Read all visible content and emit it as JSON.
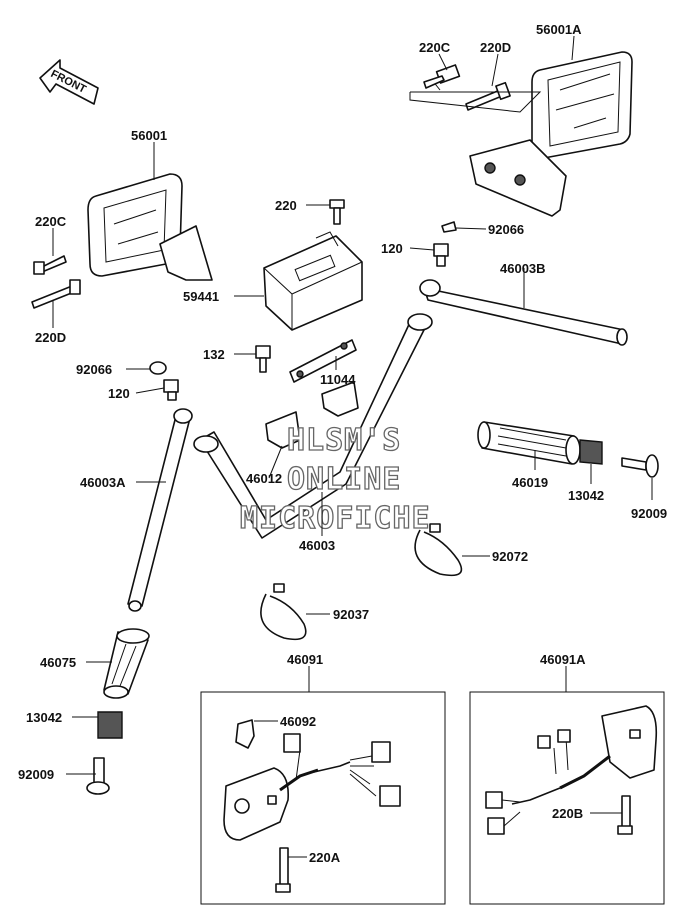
{
  "front_label": "FRONT",
  "watermark": [
    "HLSM'S",
    "ONLINE",
    "MICROFICHE"
  ],
  "parts": {
    "p56001A": "56001A",
    "p220C_top": "220C",
    "p220D_top": "220D",
    "p56001": "56001",
    "p220C_left": "220C",
    "p220D_left": "220D",
    "p220_top": "220",
    "p92066_right": "92066",
    "p120_right": "120",
    "p46003B": "46003B",
    "p59441": "59441",
    "p132": "132",
    "p11044": "11044",
    "p92066_left": "92066",
    "p120_left": "120",
    "p46012": "46012",
    "p46003A": "46003A",
    "p46003": "46003",
    "p46019": "46019",
    "p13042_right": "13042",
    "p92009_right": "92009",
    "p92072": "92072",
    "p92037": "92037",
    "p46075": "46075",
    "p13042_left": "13042",
    "p92009_left": "92009",
    "p46091": "46091",
    "p46091A": "46091A",
    "p46092": "46092",
    "p220A": "220A",
    "p220B": "220B"
  }
}
